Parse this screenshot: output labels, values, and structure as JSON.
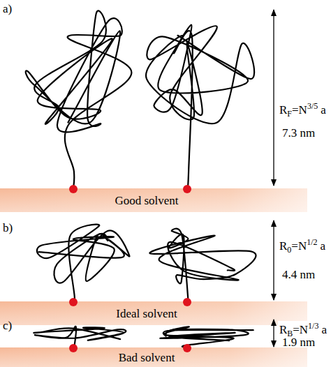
{
  "diagram": {
    "nodes": [
      {
        "text": [
          "Good solvent"
        ]
      },
      {
        "text": [
          "Ideal solvent"
        ]
      },
      {
        "text": [
          "Bad solvent"
        ]
      }
    ],
    "labels": [
      "a)",
      "R",
      "F",
      "=N",
      "3/5",
      "a",
      "7.3 nm",
      "b)",
      "R",
      "0",
      "=N",
      "1/2",
      "a",
      "4.4 nm",
      "c)",
      "R",
      "B",
      "=N",
      "1/3",
      "a",
      "1.9 nm"
    ]
  }
}
